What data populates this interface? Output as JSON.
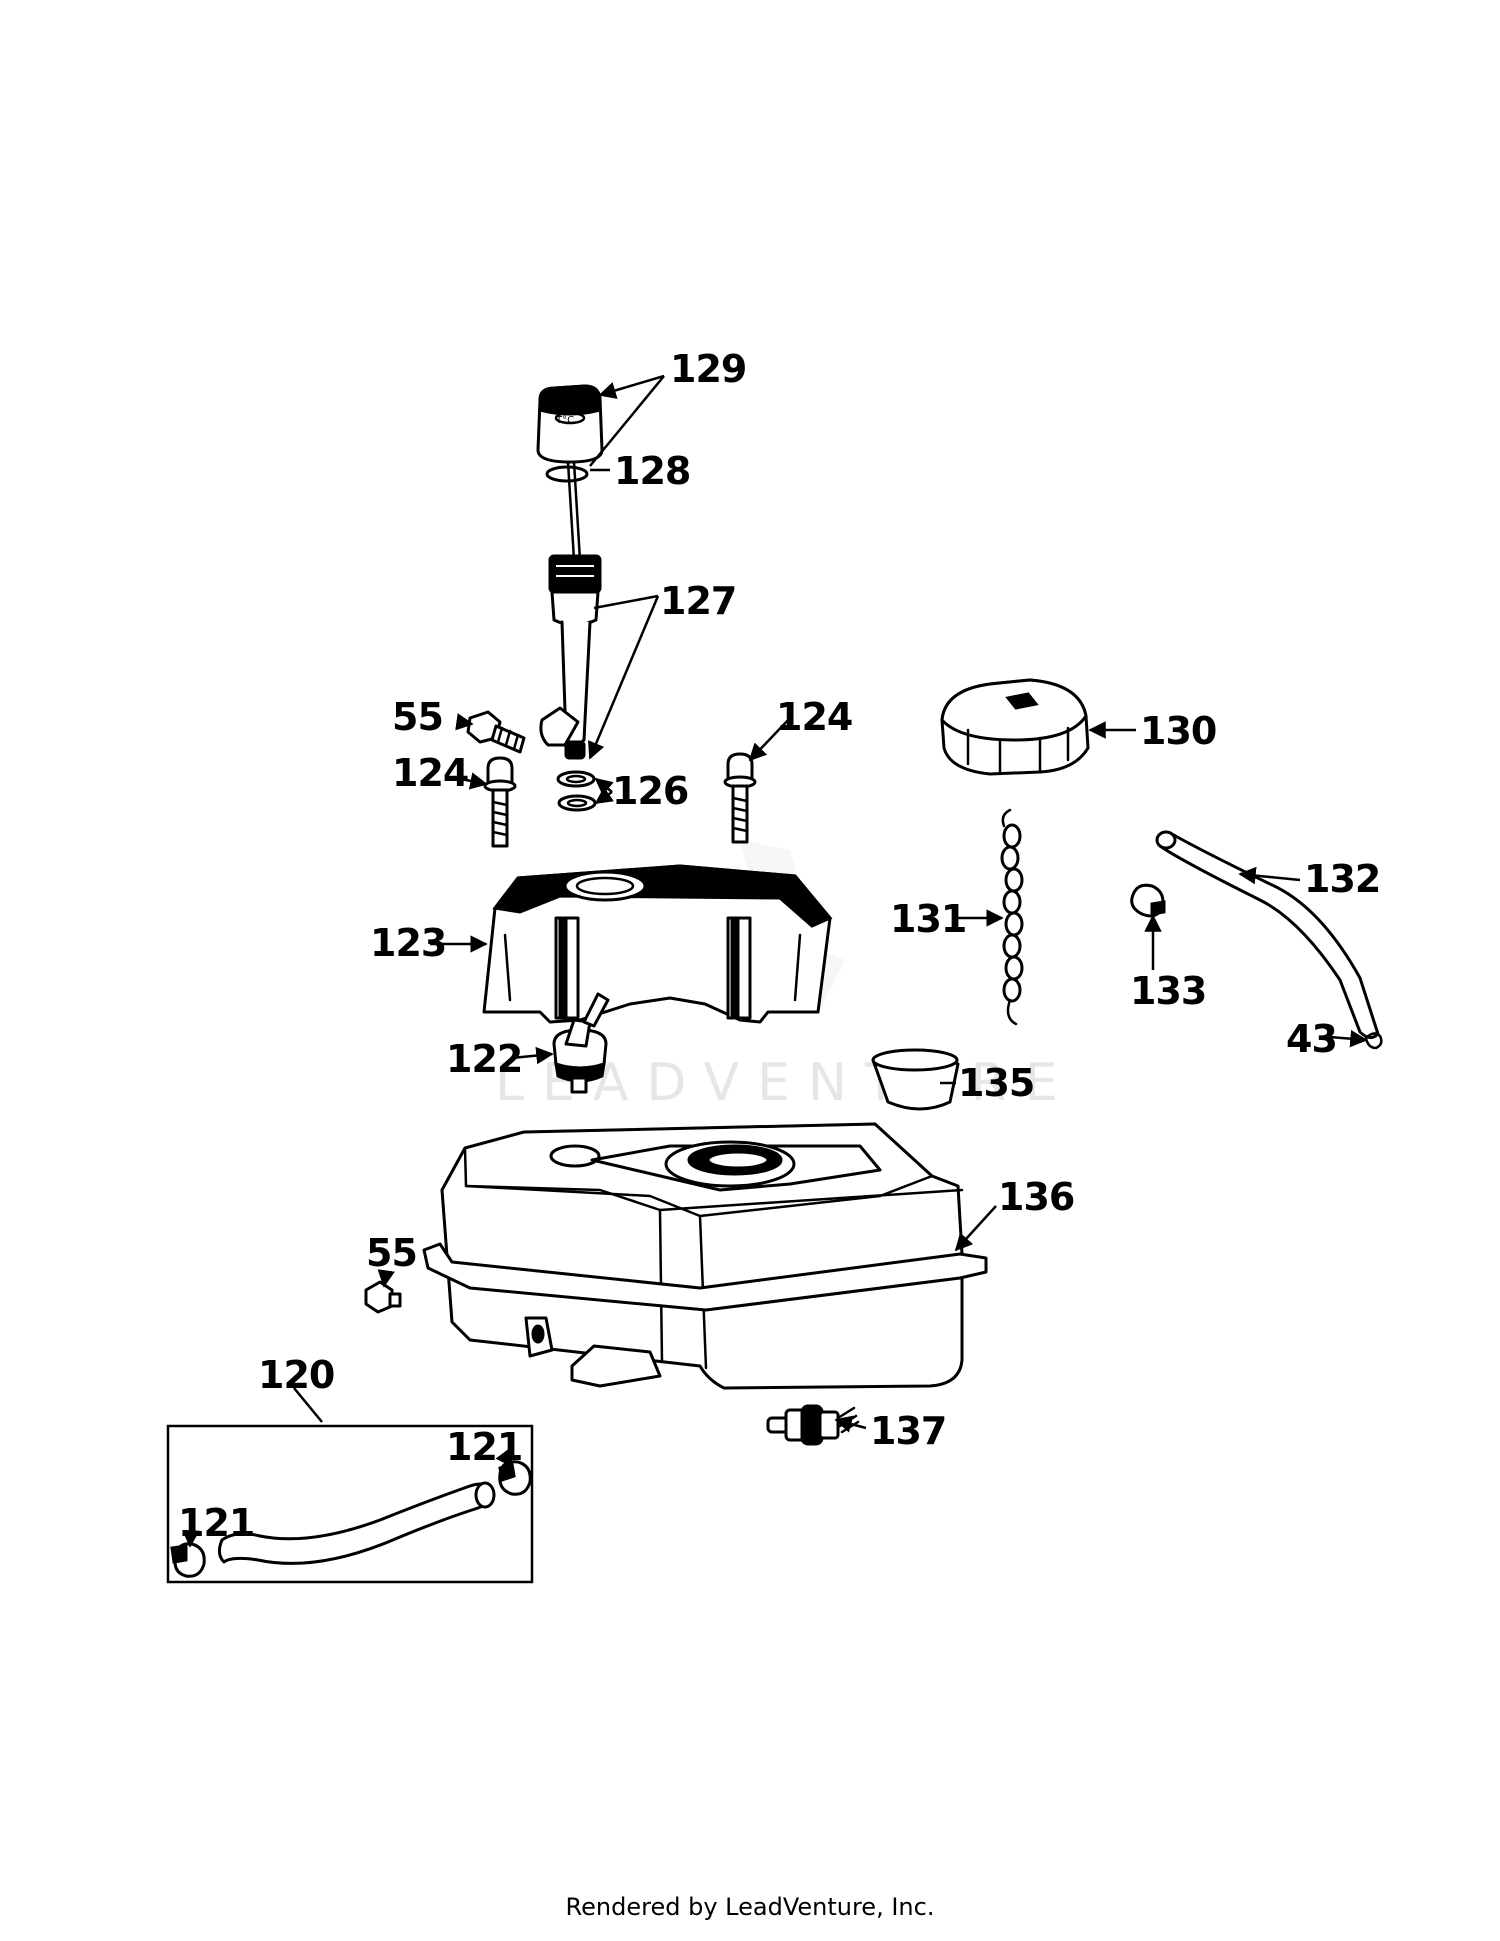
{
  "watermark": "LEADVENTURE",
  "footer": "Rendered by LeadVenture, Inc.",
  "callouts": {
    "c129": "129",
    "c128": "128",
    "c127": "127",
    "c55a": "55",
    "c124a": "124",
    "c126": "126",
    "c124b": "124",
    "c130": "130",
    "c132": "132",
    "c131": "131",
    "c133": "133",
    "c123": "123",
    "c43": "43",
    "c122": "122",
    "c135": "135",
    "c136": "136",
    "c55b": "55",
    "c120": "120",
    "c121a": "121",
    "c121b": "121",
    "c137": "137"
  }
}
